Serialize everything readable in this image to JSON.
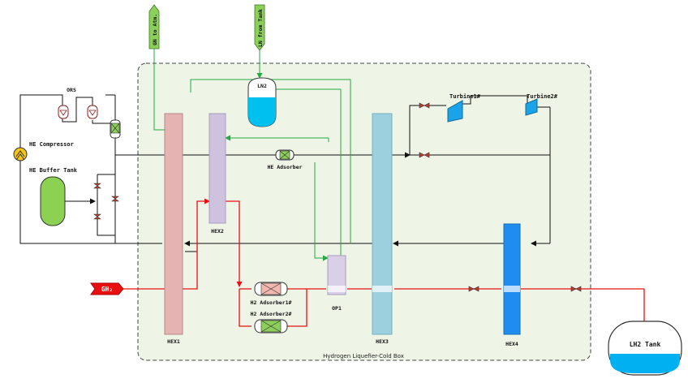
{
  "diagram": {
    "cold_box_label": "Hydrogen Liquefier-Cold Box",
    "labels": {
      "gn_to_atm": "GN to Atm.",
      "ln_from_tank": "LN from Tank",
      "ln2": "LN2",
      "ors": "ORS",
      "he_compressor": "HE Compressor",
      "he_buffer_tank": "HE Buffer Tank",
      "he_adsorber": "HE Adsorber",
      "turbine1": "Turbine1#",
      "turbine2": "Turbine2#",
      "hex1": "HEX1",
      "hex2": "HEX2",
      "hex3": "HEX3",
      "hex4": "HEX4",
      "op1": "OP1",
      "h2_adsorber1": "H2 Adsorber1#",
      "h2_adsorber2": "H2 Adsorber2#",
      "gh2": "GH₂",
      "lh2_tank": "LH2 Tank"
    },
    "colors": {
      "cold_box_fill": "#eef4e6",
      "hex1": "#e6b3b3",
      "hex2": "#cfc2df",
      "hex3": "#9dd0df",
      "hex4": "#1f8cf0",
      "op1": "#d9cfe6",
      "green_arrow": "#8ccf5a",
      "ln2_liquid": "#00c0f0",
      "buffer_tank": "#8cd152",
      "turbine": "#1aa3e8",
      "hydrogen_line": "#e81010",
      "nitrogen_line": "#22aa44",
      "helium_line": "#111111",
      "lh2_liquid": "#00b0f0"
    }
  }
}
